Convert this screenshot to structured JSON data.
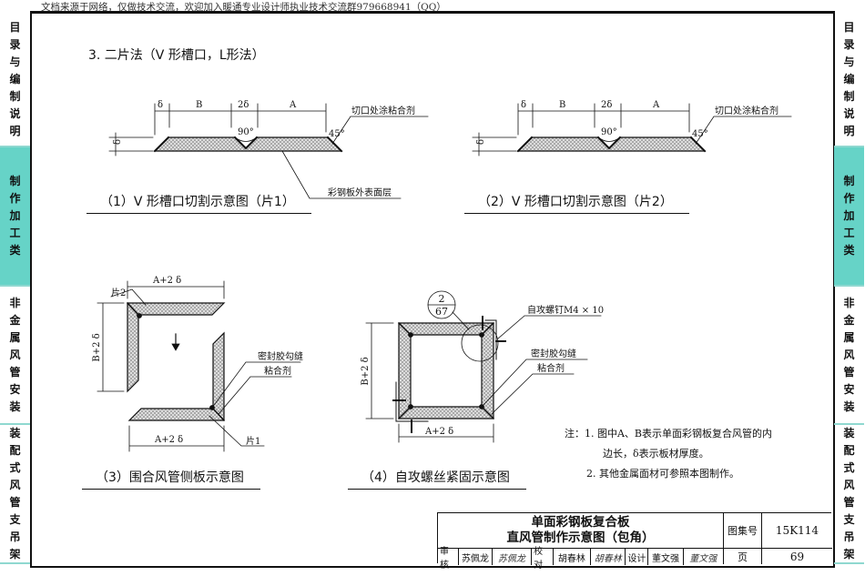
{
  "watermark": "文档来源于网络，仅做技术交流，欢迎加入暖通专业设计师执业技术交流群979668941（QQ）",
  "section_title": "3. 二片法（V 形槽口，L形法）",
  "side_tabs": [
    {
      "label": "目录与编制说明",
      "active": false
    },
    {
      "label": "制作加工类",
      "active": true
    },
    {
      "label": "非金属风管安装",
      "active": false
    },
    {
      "label": "装配式风管支吊架",
      "active": false
    }
  ],
  "colors": {
    "active_tab": "#66d3c7",
    "tab_divider": "#8fd8d0"
  },
  "fig1": {
    "caption": "（1）V 形槽口切割示意图（片1）",
    "dims": [
      "δ",
      "B",
      "2δ",
      "A"
    ],
    "thickness": "δ",
    "angle": "90°",
    "bevel": "45°",
    "label_glue": "切口处涂粘合剂",
    "label_surface": "彩钢板外表面层"
  },
  "fig2": {
    "caption": "（2）V 形槽口切割示意图（片2）",
    "dims": [
      "δ",
      "B",
      "2δ",
      "A"
    ],
    "thickness": "δ",
    "angle": "90°",
    "bevel": "45°",
    "label_glue": "切口处涂粘合剂"
  },
  "fig3": {
    "caption": "（3）围合风管侧板示意图",
    "dim_top": "A+2 δ",
    "dim_left": "B+2 δ",
    "dim_bottom": "A+2 δ",
    "piece2": "片2",
    "piece1": "片1",
    "label_seal": "密封胶勾缝",
    "label_glue": "粘合剂"
  },
  "fig4": {
    "caption": "（4）自攻螺丝紧固示意图",
    "dim_left": "B+2 δ",
    "dim_bottom": "A+2 δ",
    "ref_top": "2",
    "ref_bottom": "67",
    "label_screw": "自攻螺钉M4 × 10",
    "label_seal": "密封胶勾缝",
    "label_glue": "粘合剂"
  },
  "notes": {
    "prefix": "注：",
    "n1a": "1. 图中A、B表示单面彩钢板复合风管的内",
    "n1b": "边长，δ表示板材厚度。",
    "n2": "2. 其他金属面材可参照本图制作。"
  },
  "title_block": {
    "title1": "单面彩钢板复合板",
    "title2": "直风管制作示意图（包角）",
    "atlas_label": "图集号",
    "atlas_no": "15K114",
    "page_label": "页",
    "page_no": "69",
    "review_label": "审核",
    "reviewer": "苏佩龙",
    "check_label": "校对",
    "checker": "胡春林",
    "design_label": "设计",
    "designer": "董文强",
    "sig_reviewer": "苏佩龙",
    "sig_checker": "胡春林",
    "sig_designer": "董文强"
  }
}
